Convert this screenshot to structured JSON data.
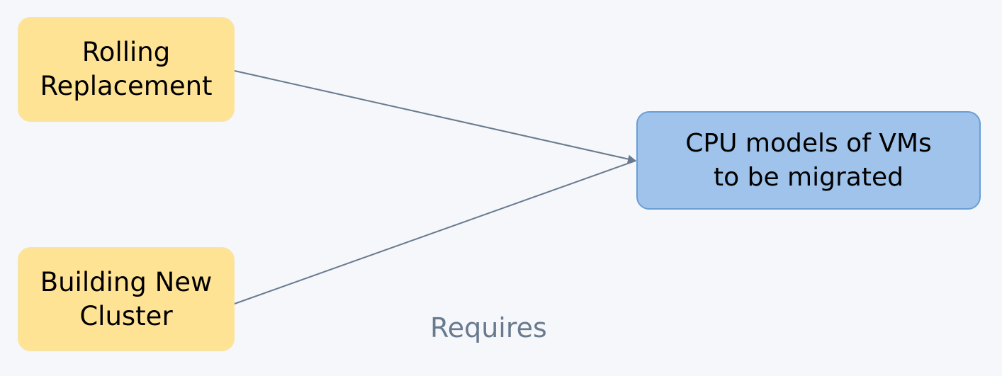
{
  "diagram": {
    "nodes": {
      "rolling_replacement": {
        "lines": [
          "Rolling",
          "Replacement"
        ]
      },
      "building_new_cluster": {
        "lines": [
          "Building New",
          "Cluster"
        ]
      },
      "cpu_models": {
        "lines": [
          "CPU models of VMs",
          "to be migrated"
        ]
      }
    },
    "edges": [
      {
        "from": "rolling_replacement",
        "to": "cpu_models"
      },
      {
        "from": "building_new_cluster",
        "to": "cpu_models",
        "label": "Requires"
      }
    ],
    "colors": {
      "background": "#f5f7fa",
      "source_fill": "#ffe394",
      "target_fill": "#9fc3ea",
      "target_border": "#6a9ed6",
      "edge": "#697a8f"
    }
  }
}
